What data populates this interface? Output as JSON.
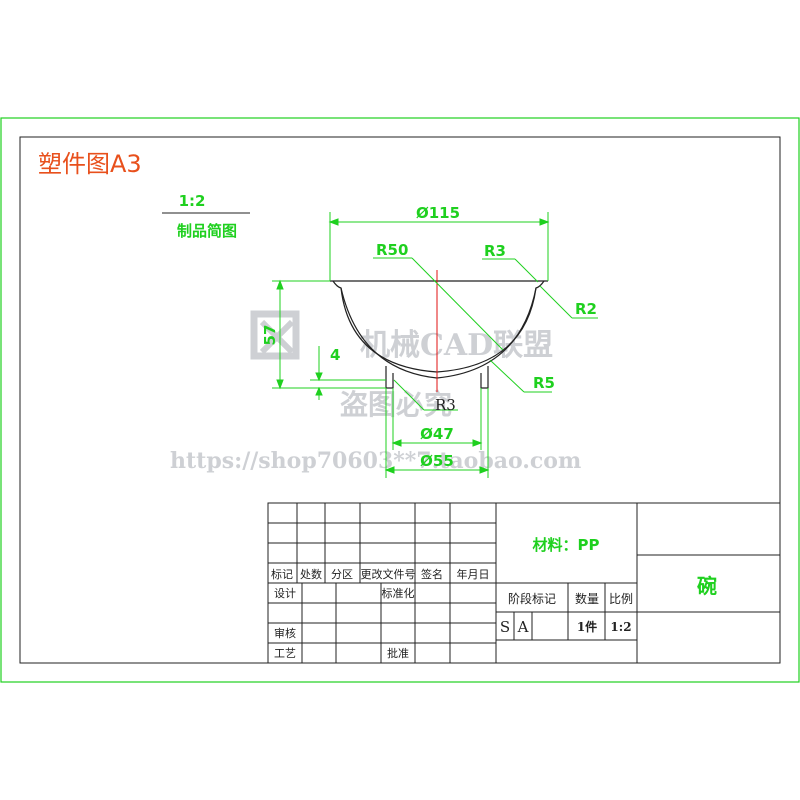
{
  "title": "塑件图A3",
  "scale": "1:2",
  "caption": "制品简图",
  "dims": {
    "d115": "Ø115",
    "r50": "R50",
    "r3_top": "R3",
    "r2": "R2",
    "h57": "57",
    "h4": "4",
    "r5": "R5",
    "r3_bottom": "R3",
    "d47": "Ø47",
    "d55": "Ø55"
  },
  "watermark": {
    "brand": "机械CAD联盟",
    "sub": "盗图必究",
    "url": "https://shop70603**7.taobao.com"
  },
  "title_block": {
    "headers": [
      "标记",
      "处数",
      "分区",
      "更改文件号",
      "签名",
      "年月日"
    ],
    "design": "设计",
    "standard": "标准化",
    "review": "审核",
    "process": "工艺",
    "approve": "批准",
    "material": "材料：PP",
    "stage_label": "阶段标记",
    "qty_label": "数量",
    "ratio_label": "比例",
    "stage_s": "S",
    "stage_a": "A",
    "qty": "1件",
    "ratio": "1:2",
    "part_name": "碗"
  },
  "colors": {
    "frame": "#1fd01f",
    "ink": "#222222",
    "dim": "#1fd01f",
    "title": "#e8501c",
    "center": "#e01010",
    "watermark": "#c9ccd0"
  }
}
